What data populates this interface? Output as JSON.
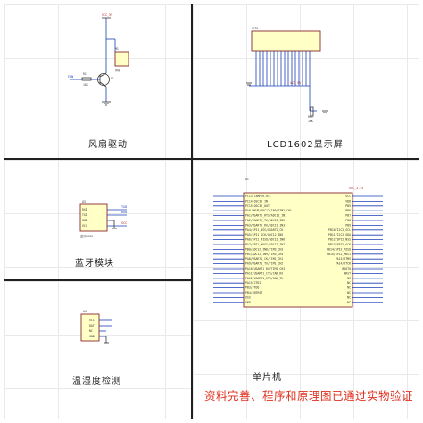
{
  "panels": {
    "fan": {
      "caption": "风扇驱动",
      "designators": {
        "q": "Q1",
        "r": "R1",
        "m": "M1",
        "vcc": "VCC_5V",
        "motor": "风扇"
      },
      "values": {
        "r": "10K"
      },
      "net": "FAN"
    },
    "lcd": {
      "caption": "LCD1602显示屏",
      "designators": {
        "lcd": "LCD1",
        "p": "RP1",
        "vcc": "VCC_5V"
      },
      "values": {
        "p": "10K"
      }
    },
    "bluetooth": {
      "caption": "蓝牙模块",
      "designators": {
        "u": "U3"
      },
      "pins": [
        "RXD",
        "TXD",
        "GND",
        "VCC"
      ],
      "nets": [
        "TXD",
        "RXD",
        "VCC"
      ],
      "module": "蓝牙HC05"
    },
    "sensor": {
      "caption": "温湿度检测",
      "designators": {
        "u": "U4"
      },
      "pins": [
        "VCC",
        "DAT",
        "NC",
        "GND"
      ]
    },
    "mcu": {
      "caption": "单片机",
      "designator": "U1",
      "power": "VCC_3.3V",
      "left_pins": [
        "PC13-TAMPER-RTC",
        "PC14-OSC32_IN",
        "PC15-OSC32_OUT",
        "PA0-WKUP/ADC12_IN0/TIM2_CH1",
        "PA1/USART2_RTS/ADC12_IN1",
        "PA2/USART2_TX/ADC12_IN2",
        "PA3/USART2_RX/ADC12_IN3",
        "PA4/SPI1_NSS/USART2_CK",
        "PA5/SPI1_SCK/ADC12_IN5",
        "PA6/SPI1_MISO/ADC12_IN6",
        "PA7/SPI1_MOSI/ADC12_IN7",
        "PB0/ADC12_IN8/TIM3_CH3",
        "PB1/ADC12_IN9/TIM3_CH4",
        "PA8/USART1_CK/TIM1_CH1",
        "PA9/USART1_TX/TIM1_CH2",
        "PA10/USART1_RX/TIM1_CH3",
        "PA11/USART1_CTS/CAN_RX",
        "PA12/USART1_RTS/CAN_TX",
        "PA15/JTDI",
        "PB3/JTDO",
        "PB4/JNTRST",
        "VSS",
        "GND"
      ],
      "right_pins": [
        "VCC",
        "VDD",
        "PB5",
        "PB6",
        "PB7",
        "PB8",
        "PB9",
        "PB10/I2C2_SCL",
        "PB11/I2C2_SDA",
        "PB12/SPI2_NSS",
        "PB13/SPI2_SCK",
        "PB14/SPI2_MISO",
        "PB15/SPI2_MOSI",
        "PA13/JTMS",
        "PA14/JTCK",
        "BOOT0",
        "NRST",
        "NC",
        "NC",
        "NC",
        "NC",
        "NC",
        "NC"
      ]
    }
  },
  "watermark": "资料完善、程序和原理图已通过实物验证"
}
